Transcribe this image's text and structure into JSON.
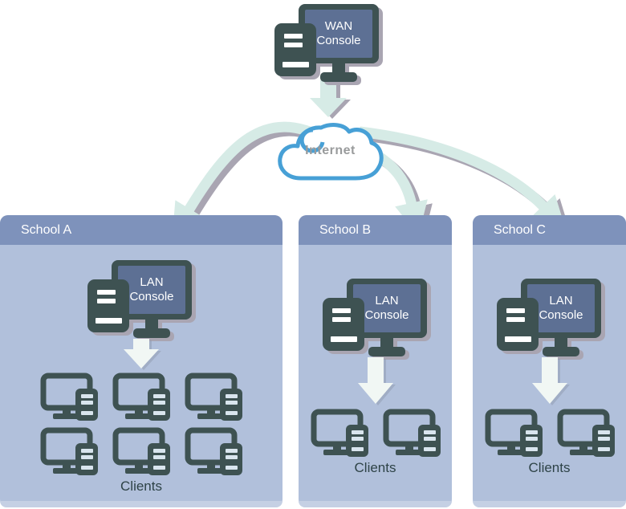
{
  "wan_console": {
    "line1": "WAN",
    "line2": "Console"
  },
  "internet": {
    "label": "Internet"
  },
  "schools": [
    {
      "name": "School A",
      "console": {
        "line1": "LAN",
        "line2": "Console"
      },
      "clients_label": "Clients",
      "client_count": 6,
      "columns": 3
    },
    {
      "name": "School B",
      "console": {
        "line1": "LAN",
        "line2": "Console"
      },
      "clients_label": "Clients",
      "client_count": 2,
      "columns": 2
    },
    {
      "name": "School C",
      "console": {
        "line1": "LAN",
        "line2": "Console"
      },
      "clients_label": "Clients",
      "client_count": 2,
      "columns": 2
    }
  ],
  "colors": {
    "icon_dark": "#3e5252",
    "screen_blue": "#5d7094",
    "panel_header_blue": "#7e92bb",
    "panel_body_blue": "#b1c0db",
    "panel_footer_blue": "#c5d0e4",
    "arrow_teal": "#d6ebe6",
    "arrow_white": "#f1f7f4",
    "shadow_gray": "#a9a5b2",
    "cloud_stroke_blue": "#47a0d6",
    "internet_text_gray": "#999b9c",
    "clients_text_dark": "#2e4347",
    "tower_bar_light": "#d9e5ee"
  }
}
